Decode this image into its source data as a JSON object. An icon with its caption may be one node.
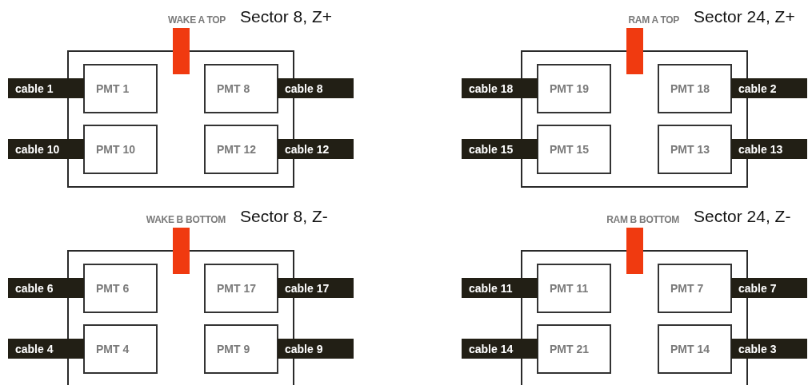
{
  "diagram": {
    "nodes": [
      {
        "text": [
          "WAKE A TOP",
          "Sector 8, Z+"
        ]
      },
      {
        "text": [
          "cable 1"
        ]
      },
      {
        "text": [
          "PMT 1"
        ],
        "in": 0
      },
      {
        "text": [
          "PMT 8"
        ],
        "in": 0
      },
      {
        "text": [
          "cable 8"
        ]
      },
      {
        "text": [
          "cable 10"
        ]
      },
      {
        "text": [
          "PMT 10"
        ],
        "in": 0
      },
      {
        "text": [
          "PMT 12"
        ],
        "in": 0
      },
      {
        "text": [
          "cable 12"
        ]
      },
      {
        "text": [
          "RAM A TOP",
          "Sector 24, Z+"
        ]
      },
      {
        "text": [
          "cable 18"
        ]
      },
      {
        "text": [
          "PMT 19"
        ],
        "in": 9
      },
      {
        "text": [
          "PMT 18"
        ],
        "in": 9
      },
      {
        "text": [
          "cable 2"
        ]
      },
      {
        "text": [
          "cable 15"
        ]
      },
      {
        "text": [
          "PMT 15"
        ],
        "in": 9
      },
      {
        "text": [
          "PMT 13"
        ],
        "in": 9
      },
      {
        "text": [
          "cable 13"
        ]
      },
      {
        "text": [
          "WAKE B BOTTOM",
          "Sector 8, Z-"
        ]
      },
      {
        "text": [
          "cable 6"
        ]
      },
      {
        "text": [
          "PMT 6"
        ],
        "in": 18
      },
      {
        "text": [
          "PMT 17"
        ],
        "in": 18
      },
      {
        "text": [
          "cable 17"
        ]
      },
      {
        "text": [
          "cable 4"
        ]
      },
      {
        "text": [
          "PMT 4"
        ],
        "in": 18
      },
      {
        "text": [
          "PMT 9"
        ],
        "in": 18
      },
      {
        "text": [
          "cable 9"
        ]
      },
      {
        "text": [
          "RAM B BOTTOM",
          "Sector 24, Z-"
        ]
      },
      {
        "text": [
          "cable 11"
        ]
      },
      {
        "text": [
          "PMT 11"
        ],
        "in": 27
      },
      {
        "text": [
          "PMT 7"
        ],
        "in": 27
      },
      {
        "text": [
          "cable 7"
        ]
      },
      {
        "text": [
          "cable 14"
        ]
      },
      {
        "text": [
          "PMT 21"
        ],
        "in": 27
      },
      {
        "text": [
          "PMT 14"
        ],
        "in": 27
      },
      {
        "text": [
          "cable 3"
        ]
      }
    ]
  }
}
